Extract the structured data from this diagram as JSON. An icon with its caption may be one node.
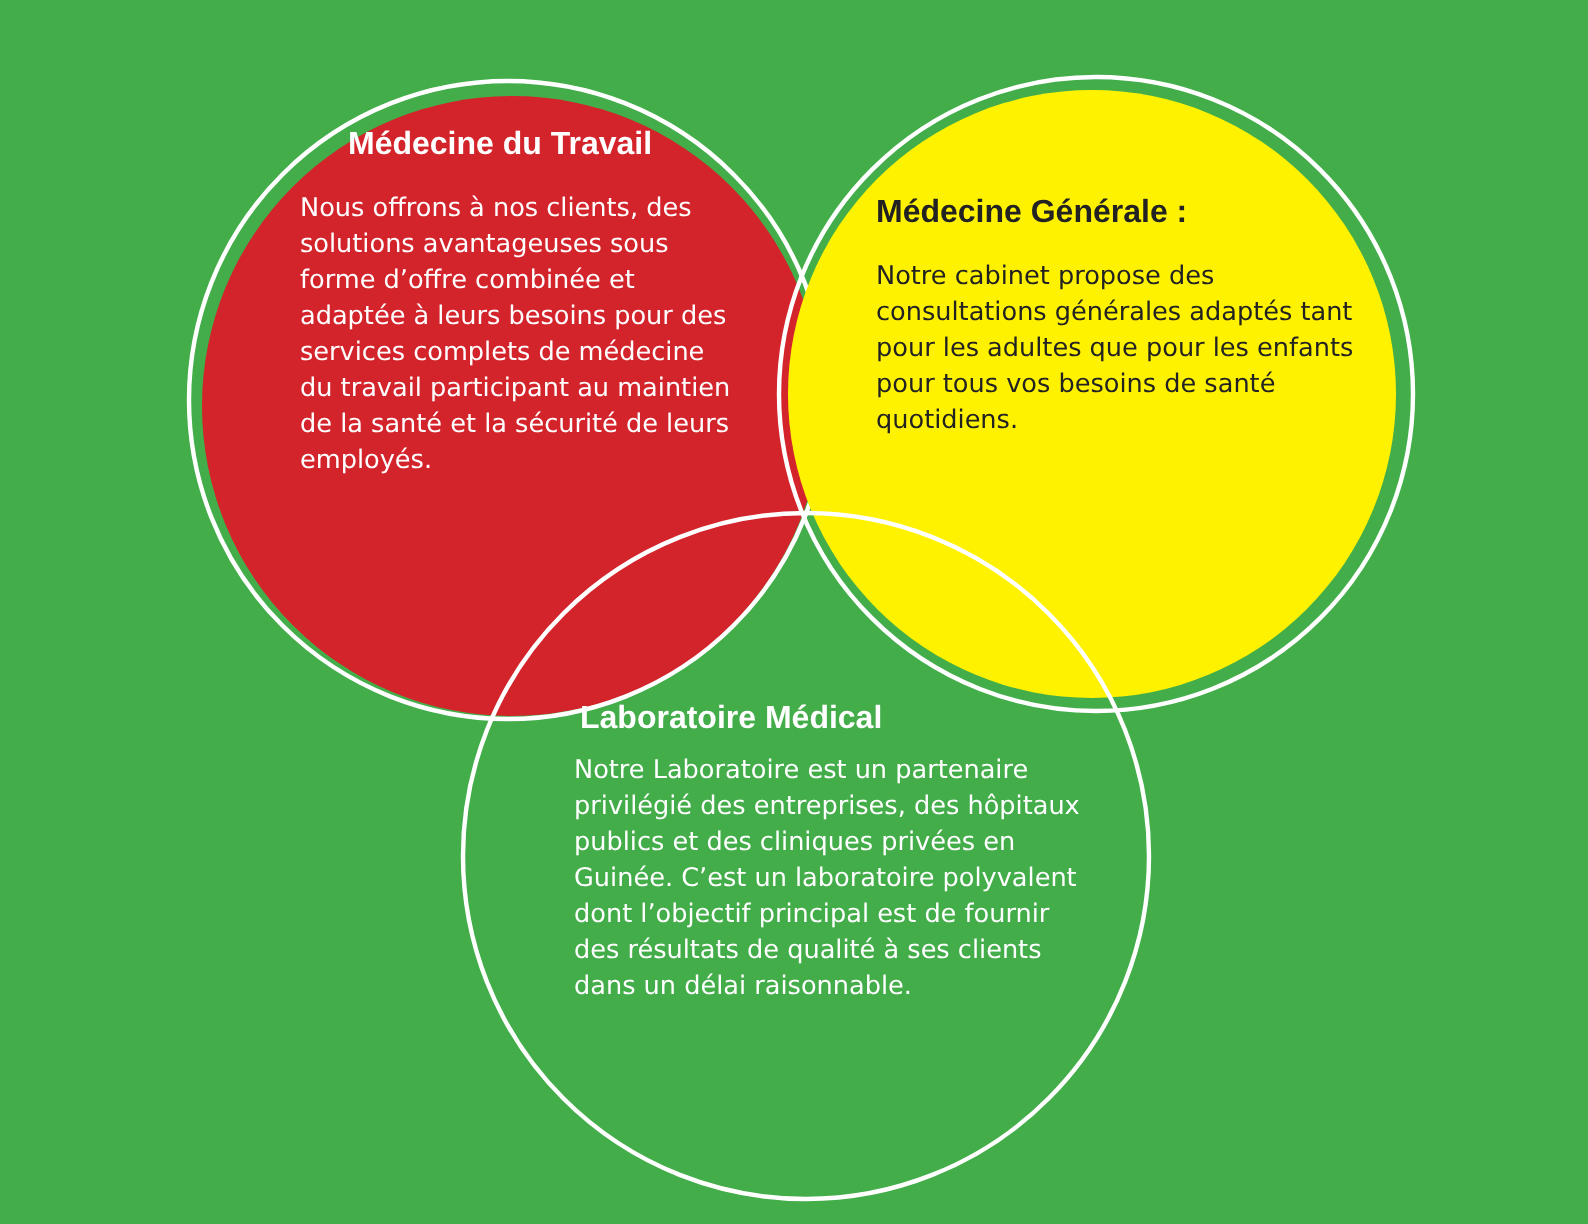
{
  "diagram": {
    "nodes": [
      {
        "text": [
          "Médecine du Travail",
          "Nous offrons à nos clients, des solutions avantageuses sous forme d’offre combinée et adaptée à leurs besoins pour des services complets de médecine du travail participant au maintien de la santé et la sécurité de leurs employés."
        ]
      },
      {
        "text": [
          "Médecine Générale :",
          "Notre cabinet propose des consultations générales adaptés tant pour les adultes que pour les enfants pour tous vos besoins de santé quotidiens."
        ]
      },
      {
        "text": [
          "Laboratoire Médical",
          "Notre Laboratoire est un partenaire privilégié des entreprises, des hôpitaux publics et des cliniques privées en Guinée. C’est un laboratoire polyvalent dont l’objectif principal est de fournir des résultats de qualité à ses clients dans un délai raisonnable."
        ]
      }
    ]
  }
}
